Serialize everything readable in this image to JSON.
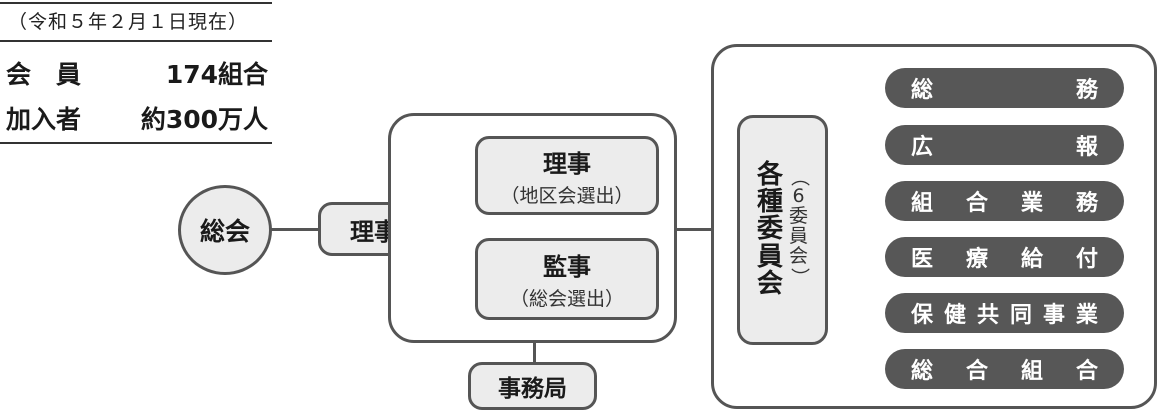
{
  "info": {
    "date": "（令和５年２月１日現在）",
    "rows": [
      {
        "label": "会　員",
        "value": "174組合"
      },
      {
        "label": "加入者",
        "value": "約300万人"
      }
    ]
  },
  "nodes": {
    "general_meeting": "総会",
    "board": "理事会",
    "directors": {
      "title": "理事",
      "note": "（地区会選出）"
    },
    "auditors": {
      "title": "監事",
      "note": "（総会選出）"
    },
    "secretariat": "事務局",
    "committees": {
      "title": [
        "各",
        "種",
        "委",
        "員",
        "会"
      ],
      "note": [
        "（",
        "6",
        "委",
        "員",
        "会",
        "）"
      ]
    }
  },
  "committee_list": [
    [
      "総",
      "務"
    ],
    [
      "広",
      "報"
    ],
    [
      "組",
      "合",
      "業",
      "務"
    ],
    [
      "医",
      "療",
      "給",
      "付"
    ],
    [
      "保",
      "健",
      "共",
      "同",
      "事",
      "業"
    ],
    [
      "総",
      "合",
      "組",
      "合"
    ]
  ]
}
